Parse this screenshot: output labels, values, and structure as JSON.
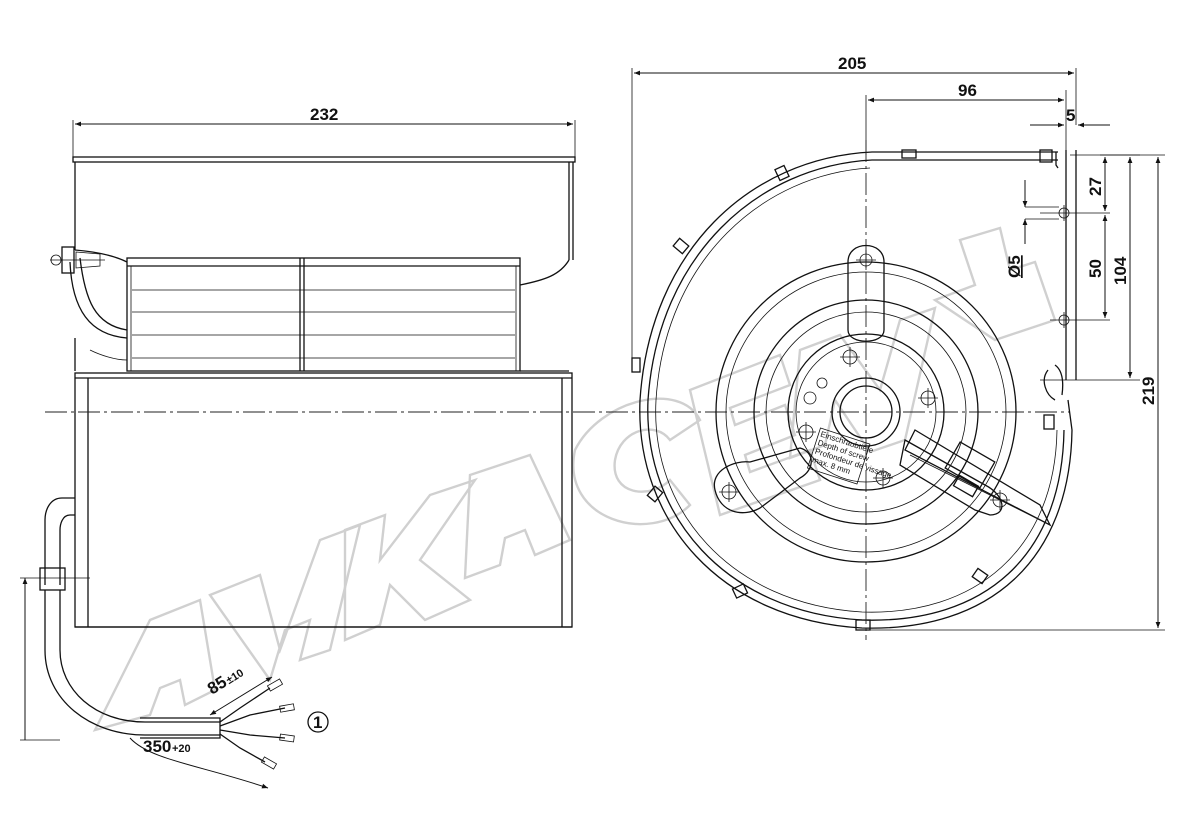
{
  "dimensions": {
    "side_width": "232",
    "front_width": "205",
    "outlet_offset": "96",
    "flange_thickness": "5",
    "hole_offset": "27",
    "hole_diameter": "Ø5",
    "hole_spacing": "50",
    "outlet_height": "104",
    "total_height": "219",
    "strip_length": "85",
    "strip_tolerance": "±10",
    "cable_length": "350",
    "cable_tolerance": "+20"
  },
  "callout": "1",
  "label_text": {
    "line1": "Einschraubtiefe",
    "line2": "Depth of screw",
    "line3": "Profondeur de vissage",
    "line4": "max. 8 mm"
  },
  "watermark": "AHKACEN"
}
